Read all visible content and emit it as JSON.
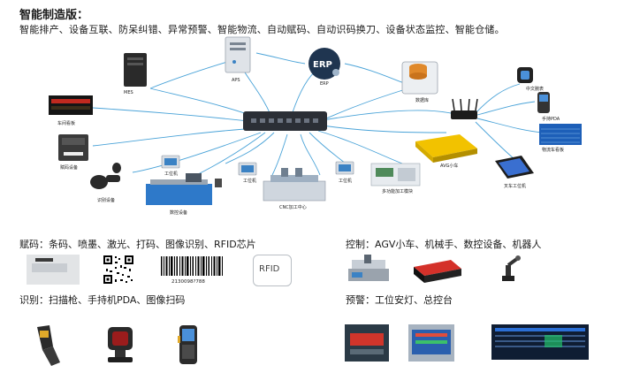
{
  "header": {
    "title": "智能制造版：",
    "subtitle": "智能排产、设备互联、防呆纠错、异常预警、智能物流、自动赋码、自动识码换刀、设备状态监控、智能仓储。"
  },
  "diagram": {
    "nodes": {
      "mes": "MES",
      "aps": "APS",
      "erp_badge": "ERP",
      "erp": "ERP",
      "database": "数据库",
      "workshop_board": "车间看板",
      "print_device": "赋码设备",
      "scan_device": "识别设备",
      "cnc_equipment": "数控设备",
      "workstation_1": "工位机",
      "workstation_2": "工位机",
      "workstation_3": "工位机",
      "cnc_center": "CNC加工中心",
      "multi_machine": "多功能加工模块",
      "agv": "AVG小车",
      "cn_watch": "中文腕表",
      "handheld_pda": "手持PDA",
      "logistics_board": "物流车看板",
      "forklift_terminal": "叉车工位机"
    }
  },
  "sections": {
    "coding": {
      "title": "赋码：条码、喷墨、激光、打码、图像识别、RFID芯片",
      "barcode_number": "2130098?788",
      "rfid_label": "RFID"
    },
    "control": {
      "title": "控制：AGV小车、机械手、数控设备、机器人"
    },
    "recognition": {
      "title": "识别：扫描枪、手持机PDA、图像扫码"
    },
    "warning": {
      "title": "预警：工位安灯、总控台"
    }
  },
  "colors": {
    "connector": "#4aa3d8",
    "switch": "#2b2f36",
    "agv_yellow": "#f2c200",
    "screen_blue": "#1d5fb8"
  }
}
